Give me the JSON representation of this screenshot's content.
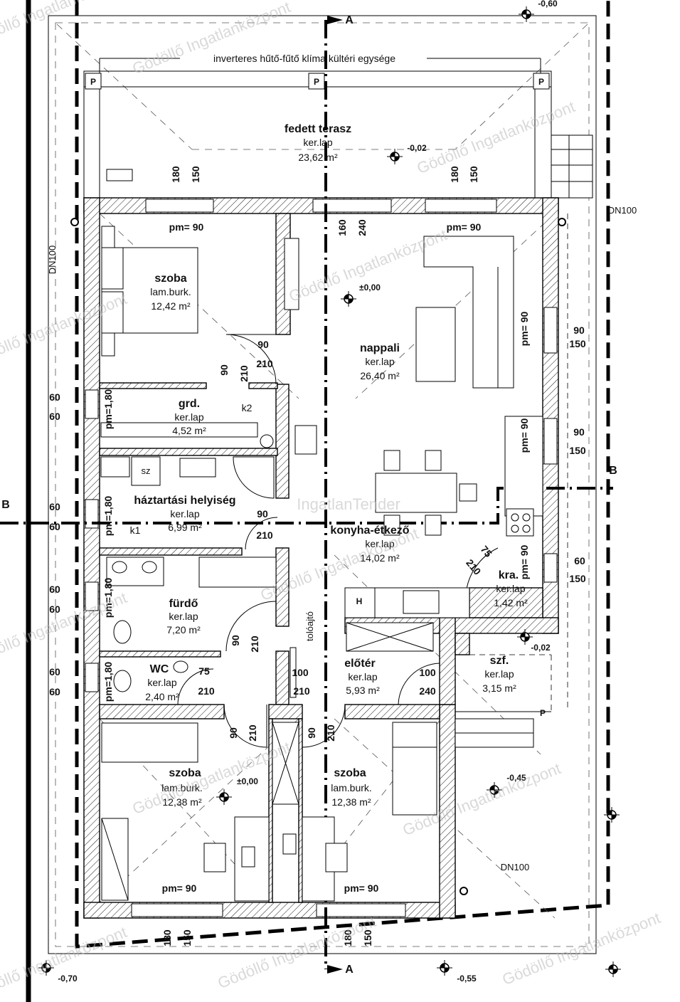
{
  "notes": {
    "ac_unit": "inverteres hűtő-fűtő klíma kültéri egysége",
    "sliding_door": "tolóajtó",
    "drain": [
      "DN100",
      "DN100",
      "DN100"
    ],
    "pillar": [
      "P",
      "P",
      "P",
      "P"
    ],
    "k1": "k1",
    "k2": "k2",
    "sz": "sz",
    "h": "H"
  },
  "section_marks": [
    "A",
    "A",
    "B",
    "B"
  ],
  "rooms": [
    {
      "name": "fedett terasz",
      "floor": "ker.lap",
      "area": "23,62 m²"
    },
    {
      "name": "szoba",
      "floor": "lam.burk.",
      "area": "12,42 m²"
    },
    {
      "name": "nappali",
      "floor": "ker.lap",
      "area": "26,40 m²"
    },
    {
      "name": "grd.",
      "floor": "ker.lap",
      "area": "4,52 m²"
    },
    {
      "name": "háztartási helyiség",
      "floor": "ker.lap",
      "area": "6,99 m²"
    },
    {
      "name": "konyha-étkező",
      "floor": "ker.lap",
      "area": "14,02 m²"
    },
    {
      "name": "kra.",
      "floor": "ker.lap",
      "area": "1,42 m²"
    },
    {
      "name": "fürdő",
      "floor": "ker.lap",
      "area": "7,20 m²"
    },
    {
      "name": "WC",
      "floor": "ker.lap",
      "area": "2,40 m²"
    },
    {
      "name": "előtér",
      "floor": "ker.lap",
      "area": "5,93 m²"
    },
    {
      "name": "szf.",
      "floor": "ker.lap",
      "area": "3,15 m²"
    },
    {
      "name": "szoba",
      "floor": "lam.burk.",
      "area": "12,38 m²"
    },
    {
      "name": "szoba",
      "floor": "lam.burk.",
      "area": "12,38 m²"
    }
  ],
  "levels": [
    "-0,60",
    "-0,02",
    "±0,00",
    "-0,02",
    "-0,45",
    "±0,00",
    "-0,70",
    "-0,55"
  ],
  "parapets": [
    "pm= 90",
    "pm= 90",
    "pm= 90",
    "pm= 90",
    "pm= 90",
    "pm=1,80",
    "pm=1,80",
    "pm=1,80",
    "pm=1,80",
    "pm= 90",
    "pm= 90"
  ],
  "dims": [
    "180",
    "150",
    "180",
    "150",
    "160",
    "240",
    "90",
    "210",
    "90",
    "210",
    "90",
    "150",
    "60",
    "60",
    "90",
    "150",
    "60",
    "60",
    "90",
    "210",
    "75",
    "210",
    "60",
    "150",
    "60",
    "60",
    "90",
    "210",
    "60",
    "60",
    "75",
    "210",
    "100",
    "210",
    "100",
    "240",
    "90",
    "210",
    "90",
    "210",
    "180",
    "150",
    "180",
    "150"
  ],
  "watermarks": [
    "Gödöllő Ingatlanközpont",
    "IngatlanTender"
  ]
}
